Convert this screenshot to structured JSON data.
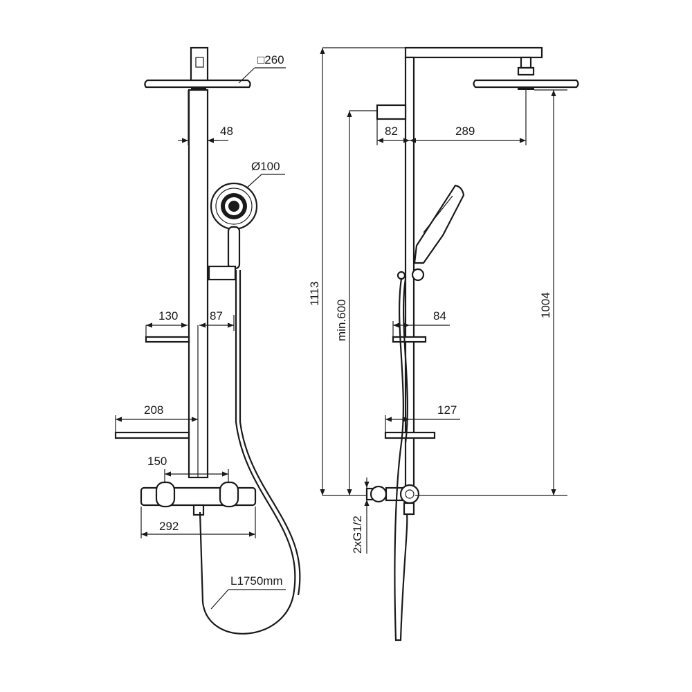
{
  "dimensions": {
    "head_square": "□260",
    "riser_offset": "48",
    "handshower_diameter": "Ø100",
    "small_shelf_width": "130",
    "shelf_to_hose": "87",
    "large_shelf_width": "208",
    "mixer_centers": "150",
    "mixer_width": "292",
    "hose_length": "L1750mm",
    "total_height": "1113",
    "min_height": "min.600",
    "wall_to_column": "82",
    "arm_reach": "289",
    "head_height": "1004",
    "small_shelf_depth": "84",
    "large_shelf_depth": "127",
    "connections": "2xG1/2"
  },
  "colors": {
    "line": "#1a1a1a",
    "background": "#ffffff"
  }
}
